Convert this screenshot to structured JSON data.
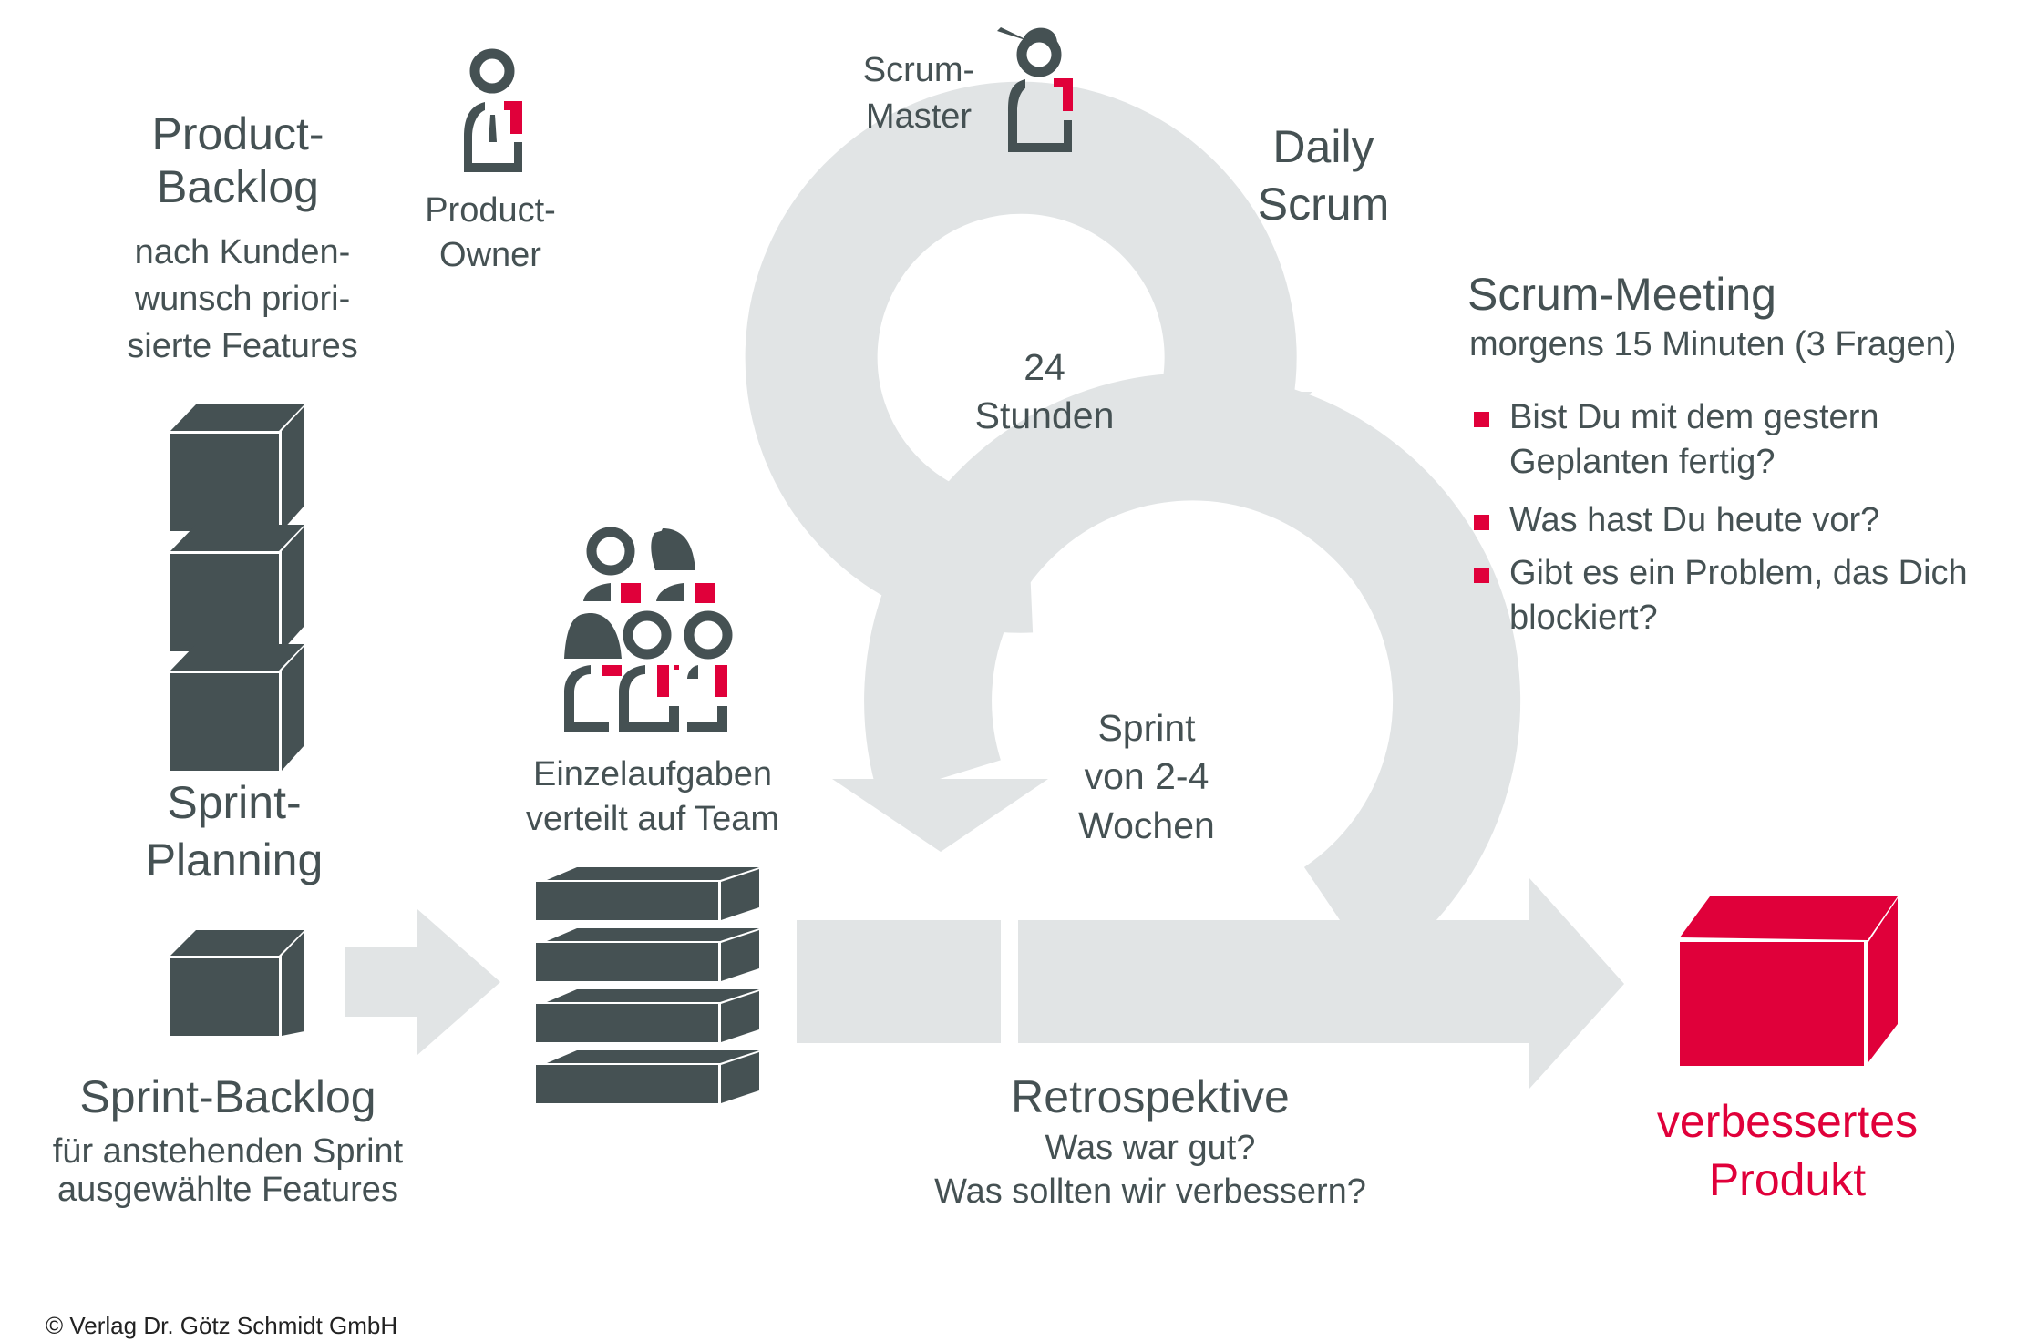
{
  "colors": {
    "text": "#455153",
    "accent": "#e0003a",
    "flow": "#e1e4e5",
    "box": "#455153"
  },
  "product_backlog": {
    "title_lines": [
      "Product-",
      "Backlog"
    ],
    "sub_lines": [
      "nach Kunden-",
      "wunsch priori-",
      "sierte Features"
    ],
    "icon": "stacked-boxes-icon"
  },
  "product_owner": {
    "label_lines": [
      "Product-",
      "Owner"
    ],
    "icon": "person-tie-icon"
  },
  "scrum_master": {
    "label_lines": [
      "Scrum-",
      "Master"
    ],
    "icon": "person-cap-icon"
  },
  "daily_scrum": {
    "title_lines": [
      "Daily",
      "Scrum"
    ],
    "cycle_lines": [
      "24",
      "Stunden"
    ]
  },
  "scrum_meeting": {
    "title": "Scrum-Meeting",
    "subtitle": "morgens 15 Minuten (3 Fragen)",
    "questions": [
      {
        "lines": [
          "Bist Du mit dem gestern",
          "Geplanten fertig?"
        ]
      },
      {
        "lines": [
          "Was hast Du heute vor?"
        ]
      },
      {
        "lines": [
          "Gibt es ein Problem, das Dich",
          "blockiert?"
        ]
      }
    ]
  },
  "sprint_planning": {
    "title_lines": [
      "Sprint-",
      "Planning"
    ]
  },
  "team": {
    "label_lines": [
      "Einzelaufgaben",
      "verteilt auf Team"
    ],
    "icon": "team-icon"
  },
  "sprint_backlog": {
    "title": "Sprint-Backlog",
    "sub_lines": [
      "für anstehenden Sprint",
      "ausgewählte Features"
    ]
  },
  "sprint": {
    "cycle_lines": [
      "Sprint",
      "von 2-4",
      "Wochen"
    ]
  },
  "retrospektive": {
    "title": "Retrospektive",
    "sub_lines": [
      "Was war gut?",
      "Was sollten wir verbessern?"
    ]
  },
  "result": {
    "label_lines": [
      "verbessertes",
      "Produkt"
    ],
    "icon": "product-cube-icon"
  },
  "footer": {
    "copyright": "© Verlag Dr. Götz Schmidt GmbH"
  }
}
